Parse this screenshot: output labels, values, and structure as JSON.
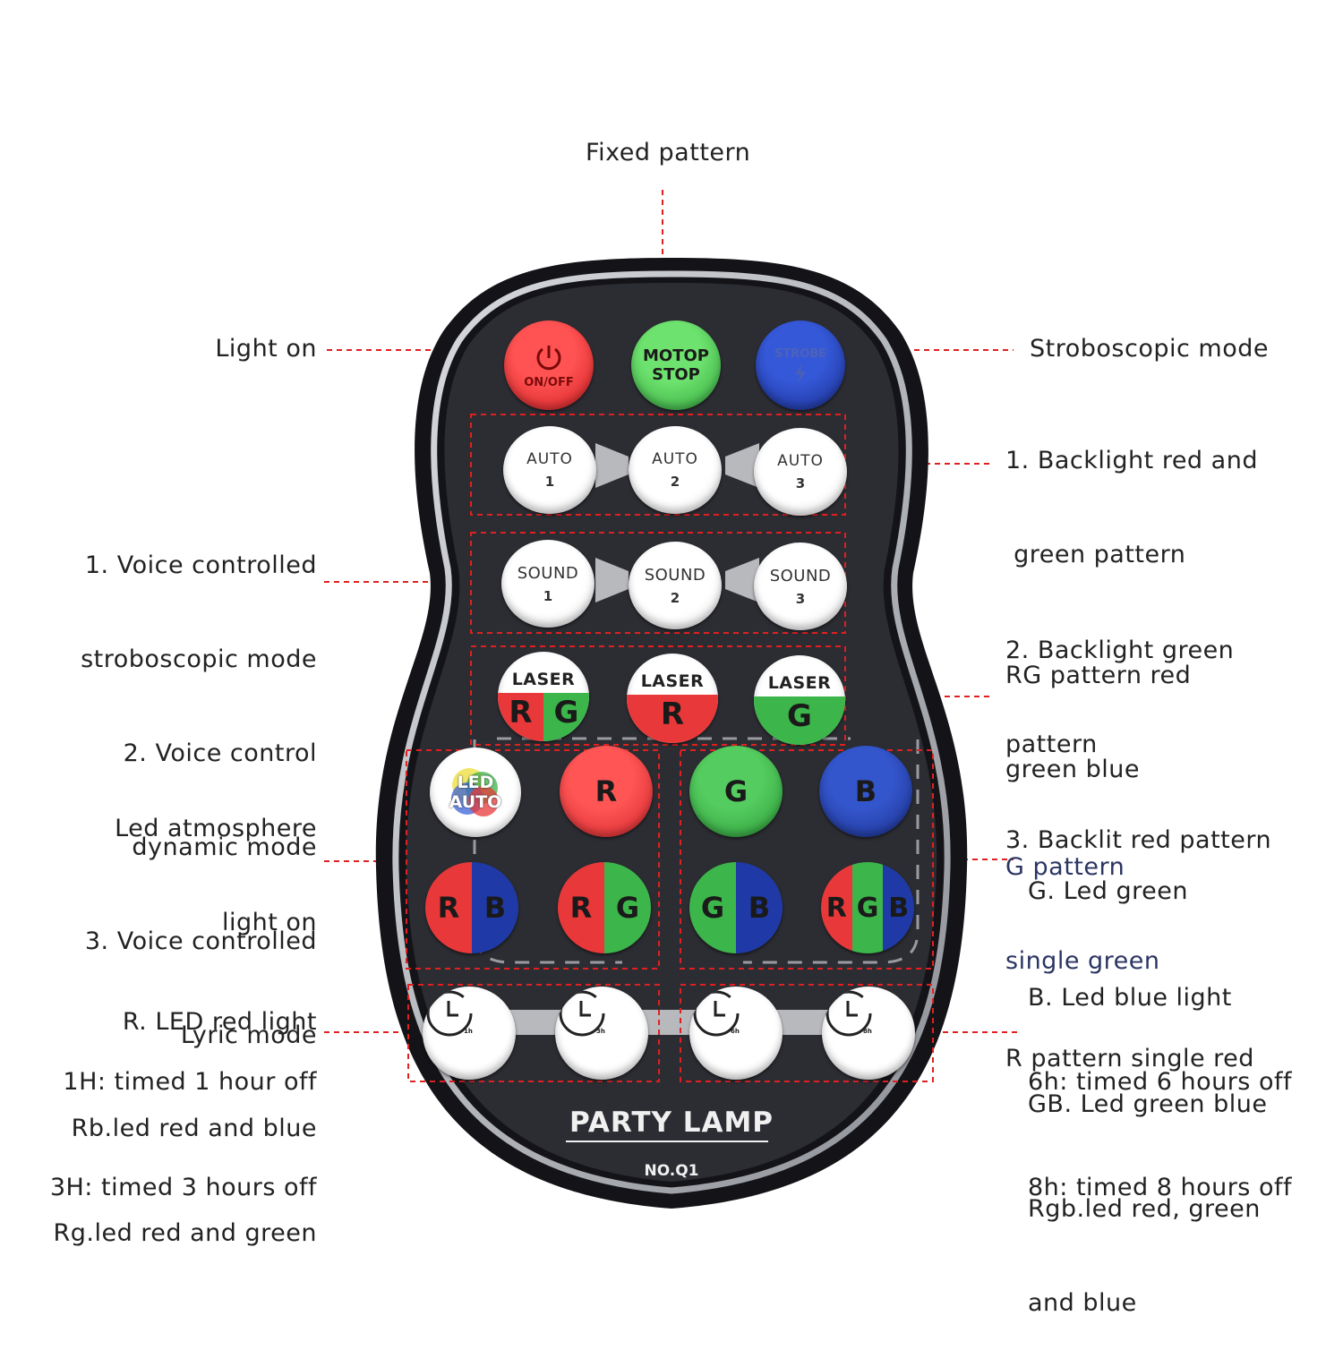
{
  "labels": {
    "fixed_pattern": "Fixed pattern",
    "light_on": "Light on",
    "stroboscopic_mode": "Stroboscopic mode",
    "auto_desc": [
      "1. Backlight red and",
      " green pattern",
      "2. Backlight green",
      "pattern",
      "3. Backlit red pattern"
    ],
    "sound_desc": [
      "1. Voice controlled",
      "stroboscopic mode",
      "2. Voice control",
      "dynamic mode",
      "3. Voice controlled",
      "Lyric mode"
    ],
    "laser_desc": [
      "RG pattern red",
      "green blue",
      "G pattern",
      "single green",
      "R pattern single red"
    ],
    "led_left_desc": [
      "Led atmosphere",
      "light on",
      "R. LED red light",
      "Rb.led red and blue",
      "Rg.led red and green"
    ],
    "led_right_desc": [
      "G. Led green",
      "B. Led blue light",
      "GB. Led green blue",
      "Rgb.led red, green",
      "and blue"
    ],
    "timer_left_desc": [
      "1H: timed 1 hour off",
      "3H: timed 3 hours off"
    ],
    "timer_right_desc": [
      "6h: timed 6 hours off",
      "8h: timed 8 hours off"
    ]
  },
  "remote": {
    "power": {
      "label": "ON/OFF"
    },
    "motor": {
      "line1": "MOTOP",
      "line2": "STOP"
    },
    "strobe": {
      "label": "STROBE"
    },
    "auto": [
      {
        "t": "AUTO",
        "n": "1"
      },
      {
        "t": "AUTO",
        "n": "2"
      },
      {
        "t": "AUTO",
        "n": "3"
      }
    ],
    "sound": [
      {
        "t": "SOUND",
        "n": "1"
      },
      {
        "t": "SOUND",
        "n": "2"
      },
      {
        "t": "SOUND",
        "n": "3"
      }
    ],
    "laser": [
      {
        "t": "LASER",
        "parts": [
          "R",
          "G"
        ]
      },
      {
        "t": "LASER",
        "parts": [
          "R"
        ]
      },
      {
        "t": "LASER",
        "parts": [
          "G"
        ]
      }
    ],
    "led_auto": {
      "line1": "LED",
      "line2": "AUTO"
    },
    "led_single": [
      "R",
      "G",
      "B"
    ],
    "led_pairs": {
      "rb": [
        "R",
        "B"
      ],
      "rg": [
        "R",
        "G"
      ],
      "gb": [
        "G",
        "B"
      ],
      "rgb": [
        "R",
        "G",
        "B"
      ]
    },
    "timers": [
      "1h",
      "3h",
      "6h",
      "8h"
    ],
    "brand": "PARTY LAMP",
    "model": "NO.Q1"
  },
  "colors": {
    "body": "#2c2d33",
    "rim": "#b9bcc2",
    "red": "#e8383a",
    "green": "#3cb54a",
    "blue": "#1f3aa6",
    "leader": "#e02020"
  }
}
